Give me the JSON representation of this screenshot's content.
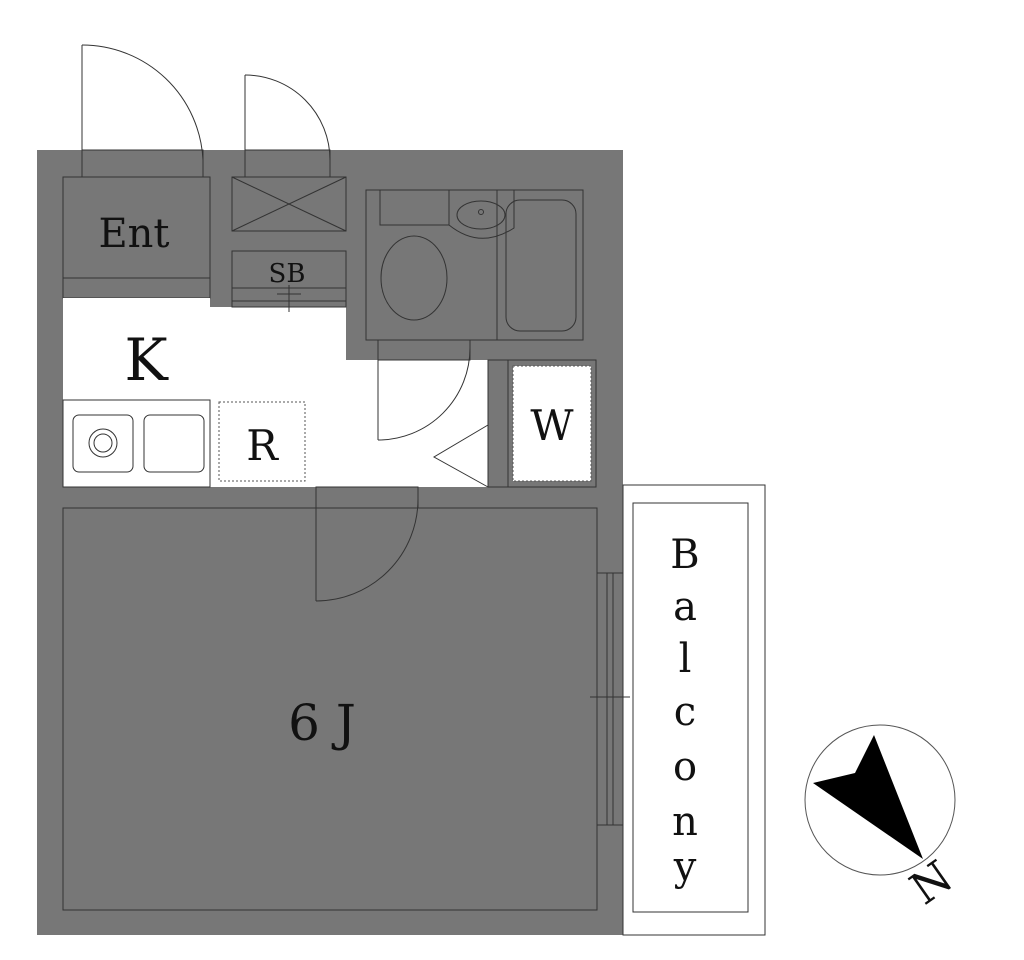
{
  "rooms": {
    "entrance": "Ent",
    "kitchen": "K",
    "shoe_box": "SB",
    "refrigerator": "R",
    "washer": "W",
    "main_room": "6 J",
    "balcony_letters": [
      "B",
      "a",
      "l",
      "c",
      "o",
      "n",
      "y"
    ]
  },
  "compass": {
    "north_label": "N"
  },
  "colors": {
    "wall": "#777777",
    "main_room": "#edeae0",
    "bath": "#dde5f3",
    "shoe_box": "#f7f6dc"
  }
}
